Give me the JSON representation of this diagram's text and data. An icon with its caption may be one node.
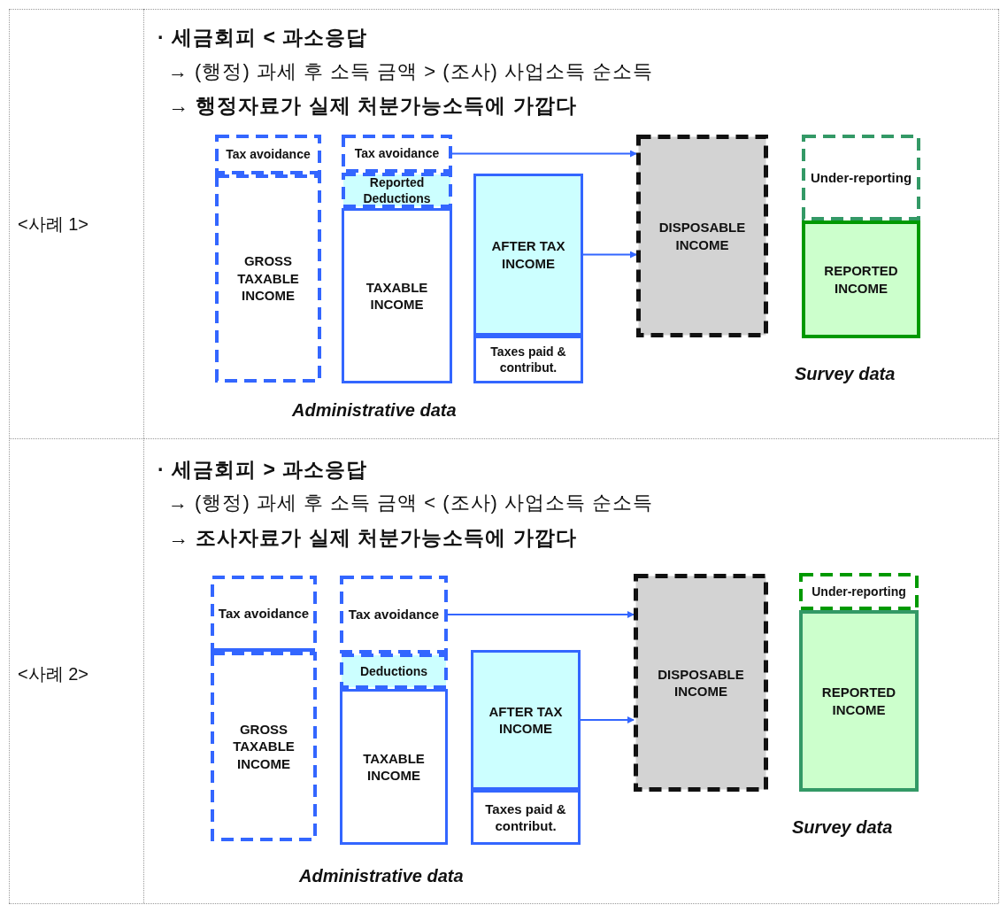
{
  "diagram": {
    "nodes": [
      {
        "text": [
          "Tax avoidance"
        ]
      },
      {
        "text": [
          "GROSS TAXABLE INCOME"
        ]
      },
      {
        "text": [
          "Tax avoidance"
        ]
      },
      {
        "text": [
          "Reported Deductions"
        ]
      },
      {
        "text": [
          "TAXABLE INCOME"
        ]
      },
      {
        "text": [
          "AFTER TAX INCOME"
        ]
      },
      {
        "text": [
          "Taxes paid & contribut."
        ]
      },
      {
        "text": [
          "DISPOSABLE INCOME"
        ]
      },
      {
        "text": [
          "Under-reporting"
        ]
      },
      {
        "text": [
          "REPORTED INCOME"
        ]
      },
      {
        "text": [
          "Tax avoidance"
        ]
      },
      {
        "text": [
          "GROSS TAXABLE INCOME"
        ]
      },
      {
        "text": [
          "Tax avoidance"
        ]
      },
      {
        "text": [
          "Deductions"
        ]
      },
      {
        "text": [
          "TAXABLE INCOME"
        ]
      },
      {
        "text": [
          "AFTER TAX INCOME"
        ]
      },
      {
        "text": [
          "Taxes paid & contribut."
        ]
      },
      {
        "text": [
          "DISPOSABLE INCOME"
        ]
      },
      {
        "text": [
          "Under-reporting"
        ]
      },
      {
        "text": [
          "REPORTED INCOME"
        ]
      }
    ],
    "edges": [
      {
        "from": 2,
        "to": 7,
        "arrow": "to"
      },
      {
        "from": 5,
        "to": 7,
        "arrow": "to"
      },
      {
        "from": 12,
        "to": 17,
        "arrow": "to"
      },
      {
        "from": 15,
        "to": 17,
        "arrow": "to"
      }
    ],
    "labels": [
      "<사례 1>",
      "· 세금회피 < 과소응답",
      "→ (행정) 과세 후 소득 금액 > (조사) 사업소득 순소득",
      "→ 행정자료가 실제 처분가능소득에 가깝다",
      "Survey data",
      "Administrative data",
      "<사례 2>",
      "· 세금회피 > 과소응답",
      "→ (행정) 과세 후 소득 금액 < (조사) 사업소득 순소득",
      "→ 조사자료가 실제 처분가능소득에 가깝다",
      "Survey data",
      "Administrative data"
    ]
  }
}
